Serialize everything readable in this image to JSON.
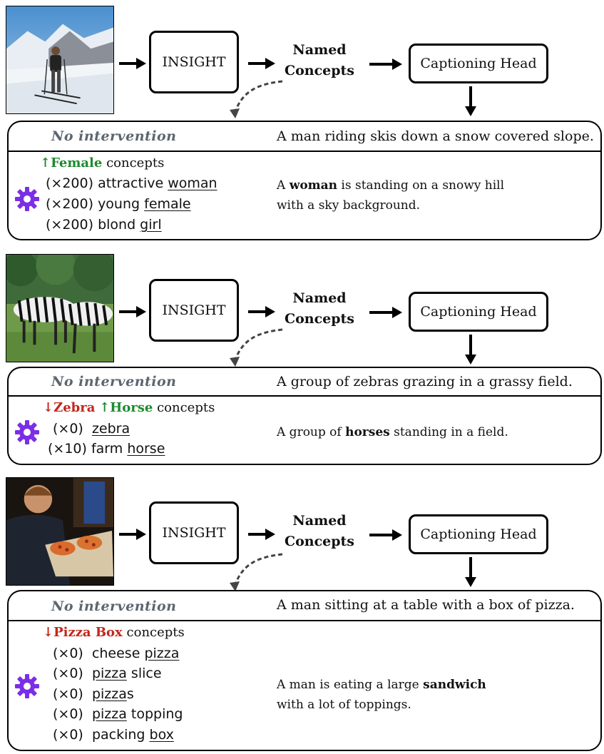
{
  "pipeline": {
    "insight_label": "INSIGHT",
    "named_line1": "Named",
    "named_line2": "Concepts",
    "caption_head_label": "Captioning Head"
  },
  "panels": [
    {
      "photo_subject": "skier on snowy mountain",
      "no_intervention_label": "No intervention",
      "base_caption": "A man riding skis down a snow covered slope.",
      "concept_header": [
        {
          "arrow": "↑",
          "name": "Female",
          "tone": "up"
        }
      ],
      "concept_suffix": "concepts",
      "concepts": [
        {
          "mult": "(×200)",
          "pre": "attractive ",
          "u": "woman",
          "post": ""
        },
        {
          "mult": "(×200)",
          "pre": "young ",
          "u": "female",
          "post": ""
        },
        {
          "mult": "(×200)",
          "pre": "blond ",
          "u": "girl",
          "post": ""
        }
      ],
      "intervened_caption": {
        "pre": "A ",
        "bold": "woman",
        "post": " is standing on a snowy hill",
        "line2": "with a sky background."
      }
    },
    {
      "photo_subject": "zebras grazing in grassy field",
      "no_intervention_label": "No intervention",
      "base_caption": "A group of zebras grazing in a grassy field.",
      "concept_header": [
        {
          "arrow": "↓",
          "name": "Zebra",
          "tone": "down"
        },
        {
          "arrow": "↑",
          "name": "Horse",
          "tone": "up"
        }
      ],
      "concept_suffix": "concepts",
      "concepts": [
        {
          "mult": "(×0)",
          "pre": "",
          "u": "zebra",
          "post": ""
        },
        {
          "mult": "(×10)",
          "pre": "farm ",
          "u": "horse",
          "post": ""
        }
      ],
      "intervened_caption": {
        "pre": "A group of ",
        "bold": "horses",
        "post": " standing in a field.",
        "line2": ""
      }
    },
    {
      "photo_subject": "man holding a box of pizza",
      "no_intervention_label": "No intervention",
      "base_caption": "A man sitting at a table with a box of pizza.",
      "concept_header": [
        {
          "arrow": "↓",
          "name": "Pizza Box",
          "tone": "down"
        }
      ],
      "concept_suffix": "concepts",
      "concepts": [
        {
          "mult": "(×0)",
          "pre": "cheese ",
          "u": "pizza",
          "post": ""
        },
        {
          "mult": "(×0)",
          "pre": "",
          "u": "pizza",
          "post": " slice"
        },
        {
          "mult": "(×0)",
          "pre": "",
          "u": "pizza",
          "post": "s"
        },
        {
          "mult": "(×0)",
          "pre": "",
          "u": "pizza",
          "post": " topping"
        },
        {
          "mult": "(×0)",
          "pre": "packing ",
          "u": "box",
          "post": ""
        }
      ],
      "intervened_caption": {
        "pre": "A man is eating a large ",
        "bold": "sandwich",
        "post": "",
        "line2": "with a lot of toppings."
      }
    }
  ],
  "colors": {
    "up": "#1d8a2e",
    "down": "#c0281c",
    "gear": "#7a2ee6",
    "no_intervention": "#5b6670"
  },
  "icons": [
    "gear-icon",
    "arrow-right-icon",
    "arrow-down-icon",
    "dashed-curved-arrow-icon"
  ]
}
